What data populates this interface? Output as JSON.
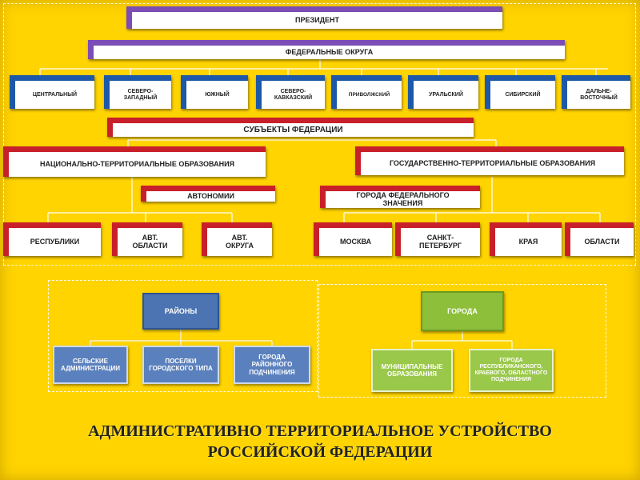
{
  "colors": {
    "background": "#ffd400",
    "purple": "#7b4db5",
    "blue": "#1e58a8",
    "red": "#c8202a",
    "district_blue": "#4c74b2",
    "city_green": "#8dbf3a"
  },
  "hierarchy": {
    "president": "ПРЕЗИДЕНТ",
    "federal_districts": "ФЕДЕРАЛЬНЫЕ ОКРУГА",
    "districts": [
      "ЦЕНТРАЛЬНЫЙ",
      "СЕВЕРО-ЗАПАДНЫЙ",
      "ЮЖНЫЙ",
      "СЕВЕРО-КАВКАЗСКИЙ",
      "ПРИВОЛЖСКИЙ",
      "УРАЛЬСКИЙ",
      "СИБИРСКИЙ",
      "ДАЛЬНЕ-ВОСТОЧНЫЙ"
    ],
    "subjects": "СУБЪЕКТЫ ФЕДЕРАЦИИ",
    "national_territorial": "НАЦИОНАЛЬНО-ТЕРРИТОРИАЛЬНЫЕ ОБРАЗОВАНИЯ",
    "state_territorial": "ГОСУДАРСТВЕННО-ТЕРРИТОРИАЛЬНЫЕ ОБРАЗОВАНИЯ",
    "autonomies": "АВТОНОМИИ",
    "federal_cities": "ГОРОДА ФЕДЕРАЛЬНОГО ЗНАЧЕНИЯ",
    "republics": "РЕСПУБЛИКИ",
    "aut_oblasts": "АВТ. ОБЛАСТИ",
    "aut_okrugs": "АВТ. ОКРУГА",
    "moscow": "МОСКВА",
    "spb": "САНКТ-ПЕТЕРБУРГ",
    "krai": "КРАЯ",
    "oblasts": "ОБЛАСТИ"
  },
  "districts_block": {
    "top": "РАЙОНЫ",
    "items": [
      "СЕЛЬСКИЕ АДМИНИСТРАЦИИ",
      "ПОСЕЛКИ ГОРОДСКОГО ТИПА",
      "ГОРОДА РАЙОННОГО ПОДЧИНЕНИЯ"
    ]
  },
  "cities_block": {
    "top": "ГОРОДА",
    "items": [
      "МУНИЦИПАЛЬНЫЕ ОБРАЗОВАНИЯ",
      "ГОРОДА РЕСПУБЛИКАНСКОГО, КРАЕВОГО, ОБЛАСТНОГО ПОДЧИНЕНИЯ"
    ]
  },
  "title": [
    "АДМИНИСТРАТИВНО ТЕРРИТОРИАЛЬНОЕ УСТРОЙСТВО",
    "РОССИЙСКОЙ ФЕДЕРАЦИИ"
  ]
}
